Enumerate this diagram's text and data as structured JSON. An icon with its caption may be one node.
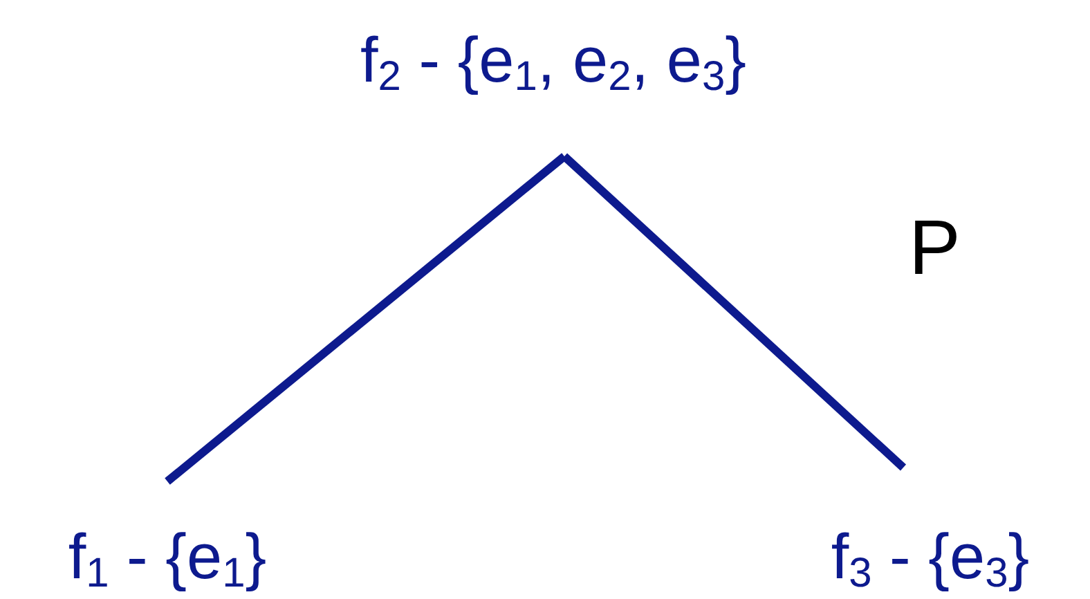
{
  "diagram": {
    "nodes": [
      {
        "text": [
          "f$_{2}$ - {e$_{1}$, e$_{2}$, e$_{3}$}"
        ]
      },
      {
        "text": [
          "f$_{1}$ - {e$_{1}$}"
        ]
      },
      {
        "text": [
          "f$_{3}$ - {e$_{3}$}"
        ]
      }
    ],
    "edges": [
      {
        "from": 0,
        "to": 1,
        "arrow": "none"
      },
      {
        "from": 0,
        "to": 2,
        "arrow": "none"
      }
    ],
    "labels": [
      "P"
    ]
  }
}
